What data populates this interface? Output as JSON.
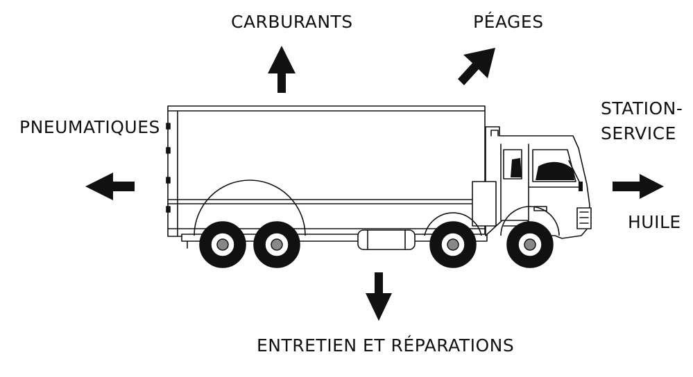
{
  "labels": {
    "top": "CARBURANTS",
    "top_right": "PÉAGES",
    "left": "PNEUMATIQUES",
    "right_top_line1": "STATION-",
    "right_top_line2": "SERVICE",
    "right_bottom": "HUILE",
    "bottom": "ENTRETIEN ET RÉPARATIONS"
  },
  "icons": {
    "center": "truck-icon",
    "arrows": [
      "arrow-up-icon",
      "arrow-up-right-icon",
      "arrow-left-icon",
      "arrow-right-icon",
      "arrow-down-icon"
    ]
  },
  "colors": {
    "ink": "#111111",
    "background": "#ffffff"
  }
}
